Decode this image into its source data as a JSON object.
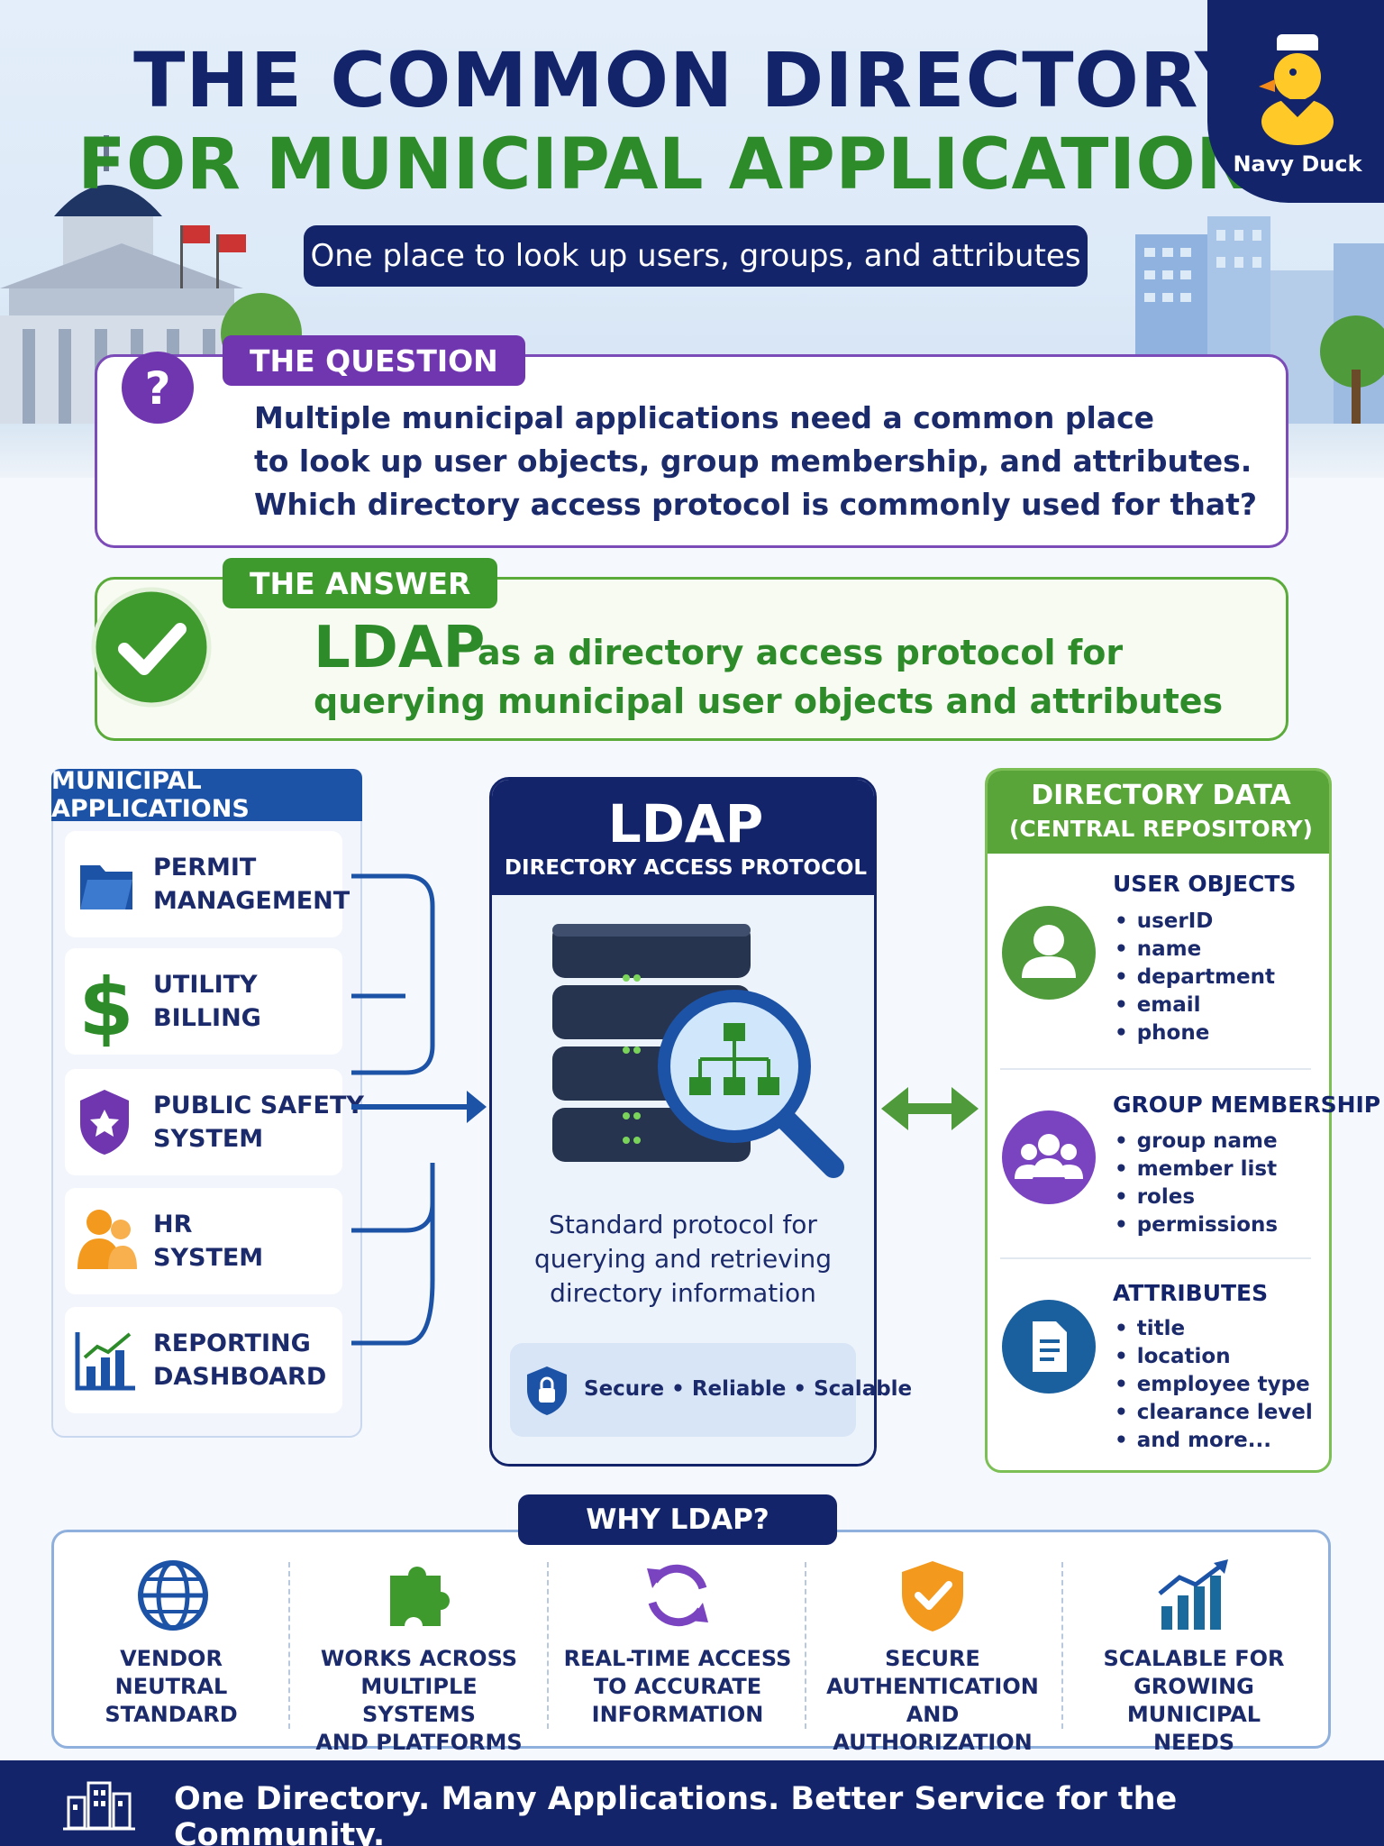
{
  "header": {
    "title_line1": "THE COMMON DIRECTORY",
    "title_line2": "FOR MUNICIPAL APPLICATIONS",
    "subtitle": "One place to look up users, groups, and attributes",
    "badge": {
      "label": "Navy Duck",
      "icon": "duck-icon"
    }
  },
  "question": {
    "tag": "THE QUESTION",
    "icon": "question-mark-icon",
    "lines": [
      "Multiple municipal applications need a common place",
      "to look up user objects, group membership, and attributes.",
      "Which directory access protocol is commonly used for that?"
    ]
  },
  "answer": {
    "tag": "THE ANSWER",
    "icon": "checkmark-icon",
    "highlight": "LDAP",
    "line1_rest": "as a directory access protocol for",
    "line2": "querying municipal user objects and attributes"
  },
  "applications": {
    "title": "MUNICIPAL APPLICATIONS",
    "items": [
      {
        "line1": "PERMIT",
        "line2": "MANAGEMENT",
        "icon": "folder-icon"
      },
      {
        "line1": "UTILITY",
        "line2": "BILLING",
        "icon": "dollar-icon"
      },
      {
        "line1": "PUBLIC SAFETY",
        "line2": "SYSTEM",
        "icon": "badge-icon"
      },
      {
        "line1": "HR",
        "line2": "SYSTEM",
        "icon": "people-icon"
      },
      {
        "line1": "REPORTING",
        "line2": "DASHBOARD",
        "icon": "bar-chart-icon"
      }
    ]
  },
  "ldap": {
    "title": "LDAP",
    "subtitle": "DIRECTORY ACCESS PROTOCOL",
    "icon": "server-search-icon",
    "description_lines": [
      "Standard protocol for",
      "querying and retrieving",
      "directory information"
    ],
    "qualities": "Secure • Reliable • Scalable",
    "quality_icon": "lock-shield-icon"
  },
  "directory": {
    "title": "DIRECTORY DATA",
    "subtitle": "(CENTRAL REPOSITORY)",
    "sections": [
      {
        "title": "USER OBJECTS",
        "icon": "user-icon",
        "items": [
          "userID",
          "name",
          "department",
          "email",
          "phone"
        ]
      },
      {
        "title": "GROUP MEMBERSHIP",
        "icon": "group-icon",
        "items": [
          "group name",
          "member list",
          "roles",
          "permissions"
        ]
      },
      {
        "title": "ATTRIBUTES",
        "icon": "document-icon",
        "items": [
          "title",
          "location",
          "employee type",
          "clearance level",
          "and more..."
        ]
      }
    ]
  },
  "why": {
    "title": "WHY LDAP?",
    "items": [
      {
        "icon": "globe-icon",
        "lines": [
          "VENDOR",
          "NEUTRAL",
          "STANDARD"
        ]
      },
      {
        "icon": "puzzle-icon",
        "lines": [
          "WORKS ACROSS",
          "MULTIPLE SYSTEMS",
          "AND PLATFORMS"
        ]
      },
      {
        "icon": "refresh-icon",
        "lines": [
          "REAL-TIME ACCESS",
          "TO ACCURATE",
          "INFORMATION"
        ]
      },
      {
        "icon": "shield-check-icon",
        "lines": [
          "SECURE",
          "AUTHENTICATION",
          "AND AUTHORIZATION"
        ]
      },
      {
        "icon": "growth-chart-icon",
        "lines": [
          "SCALABLE FOR",
          "GROWING MUNICIPAL",
          "NEEDS"
        ]
      }
    ]
  },
  "footer": {
    "icon": "city-icon",
    "text": "One Directory. Many Applications. Better Service for the Community."
  },
  "colors": {
    "navy": "#13246b",
    "green": "#2e8b2a",
    "purple": "#6f36b0",
    "blue": "#1d53a6",
    "orange": "#f39a1e"
  }
}
